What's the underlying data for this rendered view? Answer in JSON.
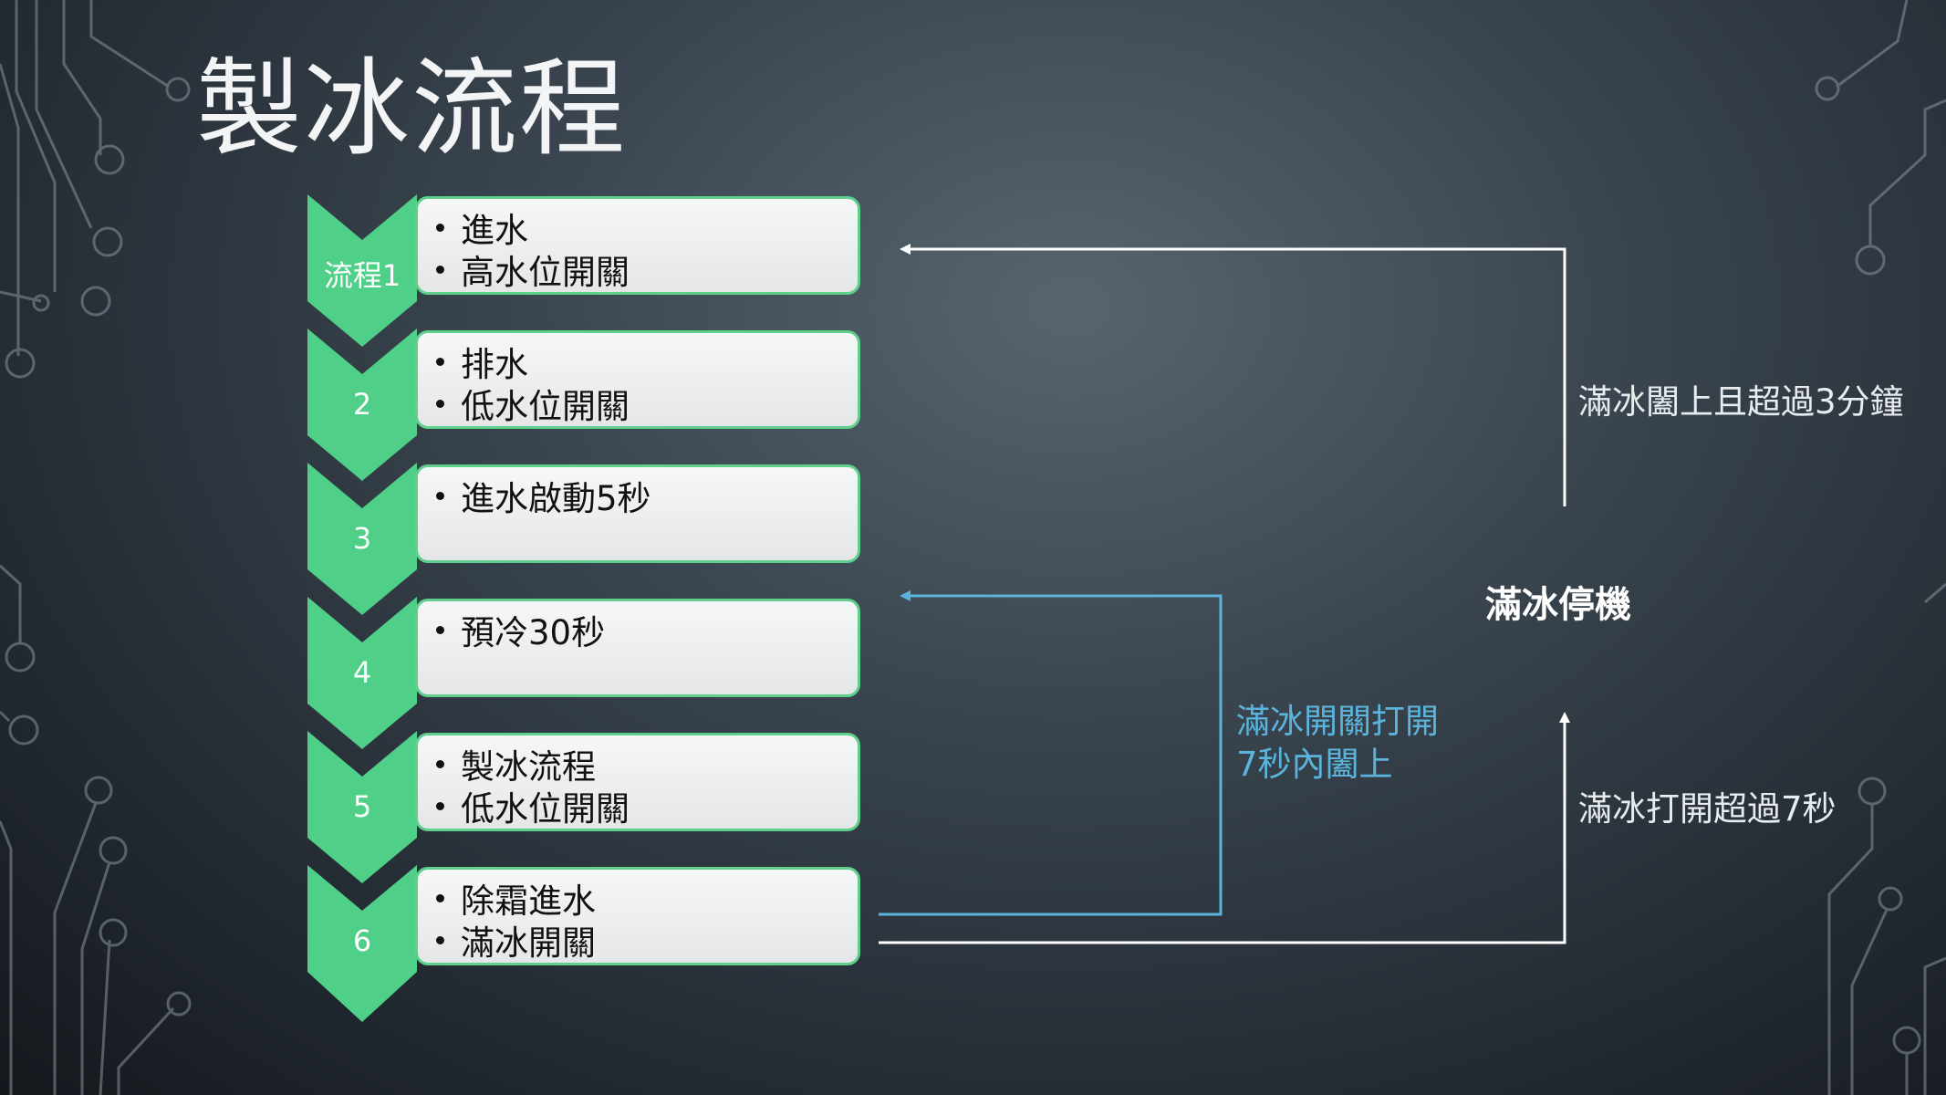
{
  "title": "製冰流程",
  "steps": [
    {
      "label": "流程1",
      "items": [
        "進水",
        "高水位開關"
      ]
    },
    {
      "label": "2",
      "items": [
        "排水",
        "低水位開關"
      ]
    },
    {
      "label": "3",
      "items": [
        "進水啟動5秒"
      ]
    },
    {
      "label": "4",
      "items": [
        "預冷30秒"
      ]
    },
    {
      "label": "5",
      "items": [
        "製冰流程",
        "低水位開關"
      ]
    },
    {
      "label": "6",
      "items": [
        "除霜進水",
        "滿冰開關"
      ]
    }
  ],
  "annotations": {
    "loop_top": "滿冰闔上且超過3分鐘",
    "stop_state": "滿冰停機",
    "loop_blue_line1": "滿冰開關打開",
    "loop_blue_line2": "7秒內闔上",
    "loop_bottom": "滿冰打開超過7秒"
  },
  "colors": {
    "chevron": "#4fcf87",
    "box_border": "#5fd08c",
    "blue_loop": "#5ab4dc",
    "white_loop": "#ffffff"
  }
}
